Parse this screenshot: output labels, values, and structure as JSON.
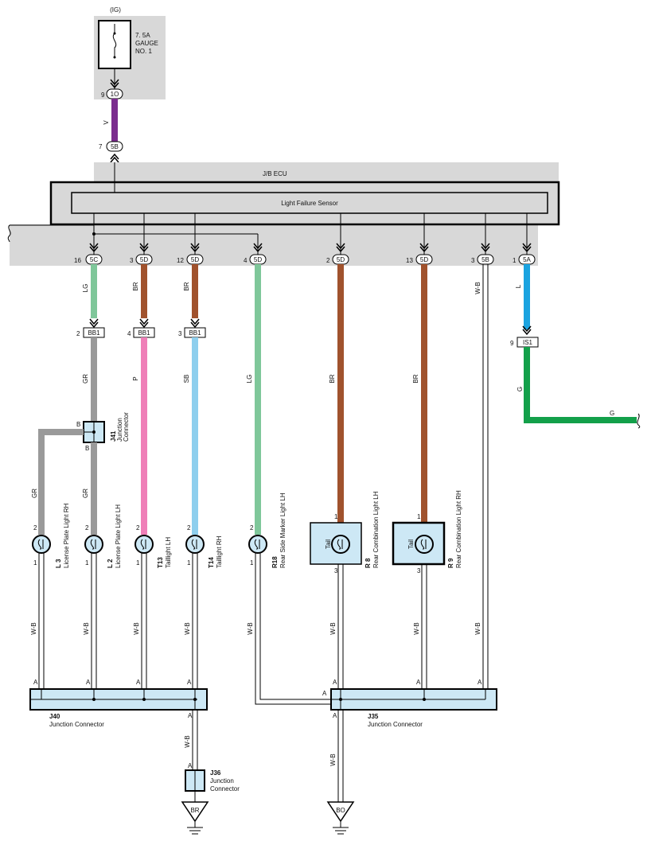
{
  "ig_label": "(IG)",
  "fuse": {
    "label_1": "7. 5A",
    "label_2": "GAUGE",
    "label_3": "NO. 1"
  },
  "conn_1o": {
    "pin": "9",
    "code": "1O"
  },
  "wire_v": "V",
  "conn_5b_top": {
    "pin": "7",
    "code": "5B"
  },
  "jb_ecu_label": "J/B ECU",
  "sensor_label": "Light Failure Sensor",
  "ecu_pins": [
    {
      "pin": "16",
      "code": "5C",
      "color": "LG"
    },
    {
      "pin": "3",
      "code": "5D",
      "color": "BR"
    },
    {
      "pin": "12",
      "code": "5D",
      "color": "BR"
    },
    {
      "pin": "4",
      "code": "5D",
      "color": "LG"
    },
    {
      "pin": "2",
      "code": "5D",
      "color": "BR"
    },
    {
      "pin": "13",
      "code": "5D",
      "color": "BR"
    },
    {
      "pin": "3",
      "code": "5B",
      "color": "W-B"
    },
    {
      "pin": "1",
      "code": "5A",
      "color": "L"
    }
  ],
  "bb1_connectors": [
    {
      "pin": "2",
      "code": "BB1",
      "wire": "GR"
    },
    {
      "pin": "4",
      "code": "BB1",
      "wire": "P"
    },
    {
      "pin": "3",
      "code": "BB1",
      "wire": "SB"
    }
  ],
  "lg_wire": "LG",
  "br_wire": "BR",
  "is1": {
    "pin": "9",
    "code": "IS1",
    "wire_g": "G",
    "wire_g2": "G"
  },
  "j41": {
    "id": "J41",
    "name_1": "Junction",
    "name_2": "Connector",
    "pin_b": "B",
    "pin_b2": "B",
    "wire_gr": "GR",
    "wire_gr2": "GR"
  },
  "lamps": [
    {
      "id": "L 3",
      "name": "License Plate Light RH",
      "pin_top": "2",
      "pin_bot": "1"
    },
    {
      "id": "L 2",
      "name": "License Plate Light LH",
      "pin_top": "2",
      "pin_bot": "1"
    },
    {
      "id": "T13",
      "name": "Taillight LH",
      "pin_top": "2",
      "pin_bot": "1"
    },
    {
      "id": "T14",
      "name": "Taillight RH",
      "pin_top": "2",
      "pin_bot": "1"
    },
    {
      "id": "R18",
      "name": "Rear Side Marker Light LH",
      "pin_top": "2",
      "pin_bot": "1"
    },
    {
      "id": "R 8",
      "name": "Rear Combination Light LH",
      "pin_top": "1",
      "pin_bot": "3",
      "inner": "Tail"
    },
    {
      "id": "R 9",
      "name": "Rear Combination Light RH",
      "pin_top": "1",
      "pin_bot": "3",
      "inner": "Tail"
    }
  ],
  "wb": "W-B",
  "pin_a": "A",
  "j40": {
    "id": "J40",
    "name": "Junction Connector"
  },
  "j35": {
    "id": "J35",
    "name": "Junction Connector"
  },
  "j36": {
    "id": "J36",
    "name_1": "Junction",
    "name_2": "Connector"
  },
  "ground_br": "BR",
  "ground_bo": "BO",
  "colors": {
    "violet": "#7b2d8e",
    "light_green": "#7fc79a",
    "brown": "#a0522d",
    "gray": "#9a9a9a",
    "pink": "#ef7fb8",
    "sky_blue": "#8ecfee",
    "blue": "#1aa3e0",
    "green": "#13a04a",
    "panel_gray": "#d8d8d8",
    "component_fill": "#cde8f5"
  }
}
